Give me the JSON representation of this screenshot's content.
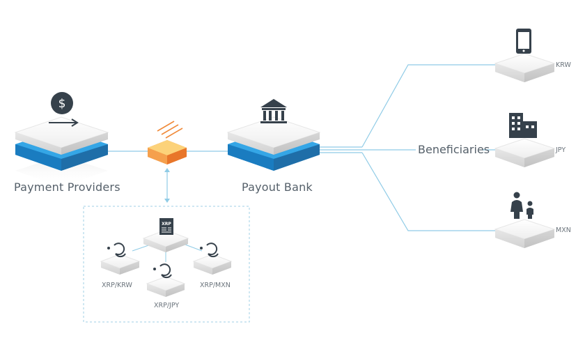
{
  "nodes": {
    "payment_providers": "Payment Providers",
    "payout_bank": "Payout Bank",
    "beneficiaries": "Beneficiaries"
  },
  "exchange": {
    "logo_text": "XRP",
    "pairs": [
      "XRP/KRW",
      "XRP/JPY",
      "XRP/MXN"
    ]
  },
  "currencies": [
    "KRW",
    "JPY",
    "MXN"
  ],
  "icons": {
    "provider": "dollar-circle-arrow-icon",
    "ripple": "ripple-stripes-icon",
    "bank": "bank-building-icon",
    "phone": "mobile-phone-icon",
    "business": "office-buildings-icon",
    "people": "family-icon",
    "exchange": "refresh-cycle-icon"
  },
  "colors": {
    "accent_blue": "#1e8fd8",
    "line": "#8fcbe6",
    "orange": "#f08a3a",
    "icon_dark": "#36414b"
  }
}
